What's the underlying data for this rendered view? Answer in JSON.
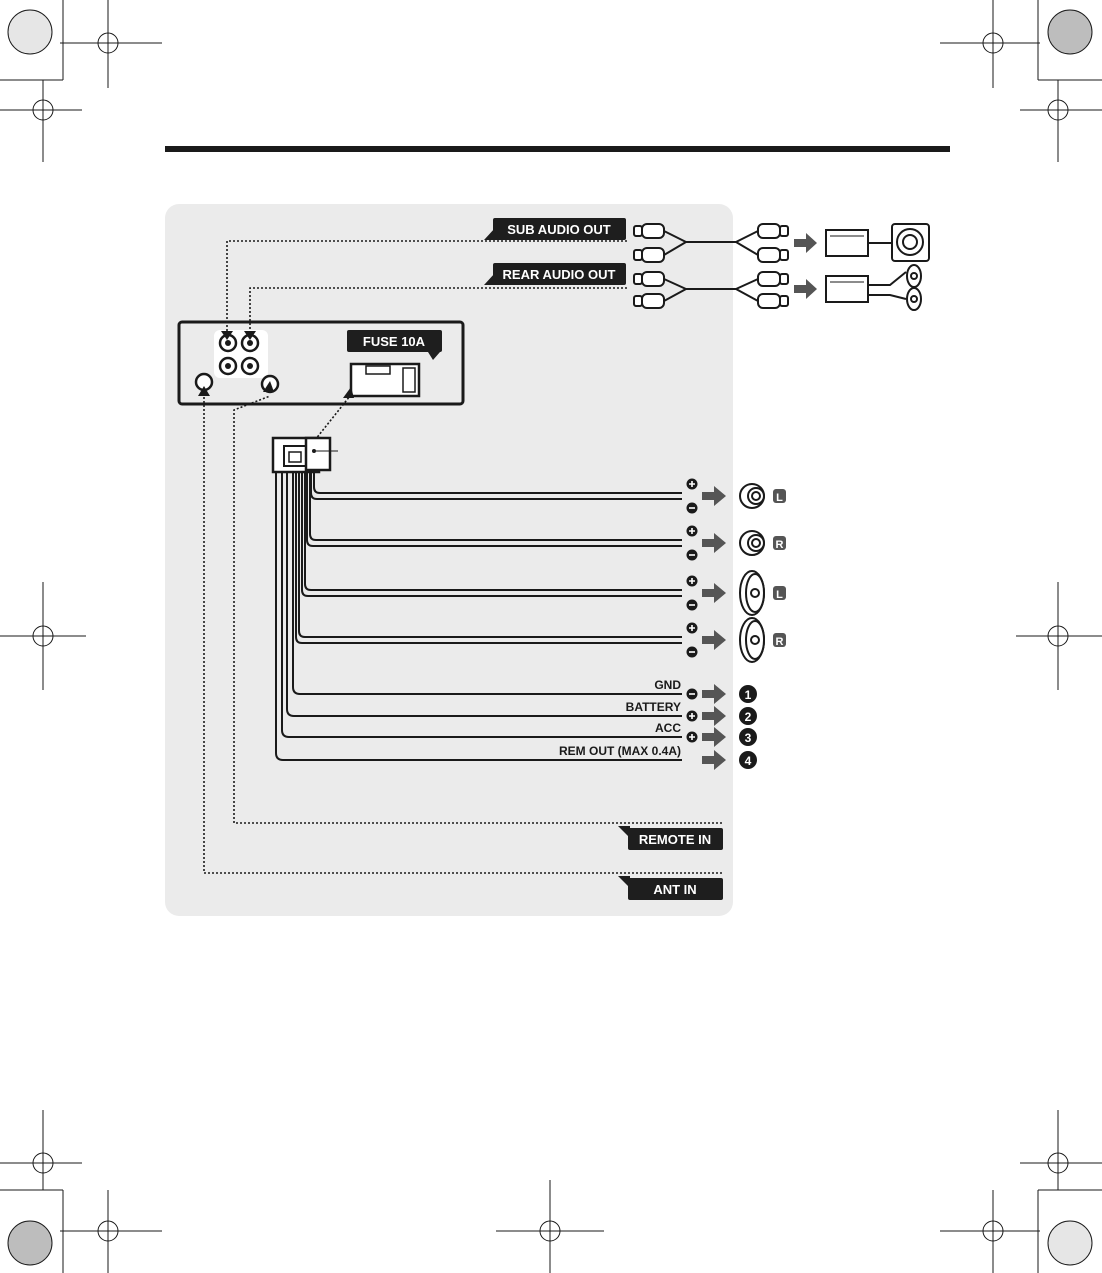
{
  "labels": {
    "sub_audio_out": "SUB AUDIO OUT",
    "rear_audio_out": "REAR AUDIO OUT",
    "fuse": "FUSE 10A",
    "remote_in": "REMOTE IN",
    "ant_in": "ANT IN"
  },
  "speakers": [
    {
      "side": "L",
      "type": "round"
    },
    {
      "side": "R",
      "type": "round"
    },
    {
      "side": "L",
      "type": "oval"
    },
    {
      "side": "R",
      "type": "oval"
    }
  ],
  "power_wires": [
    {
      "label": "GND",
      "num": "1",
      "polarity": "-"
    },
    {
      "label": "BATTERY",
      "num": "2",
      "polarity": "+"
    },
    {
      "label": "ACC",
      "num": "3",
      "polarity": "+"
    },
    {
      "label": "REM OUT (MAX 0.4A)",
      "num": "4",
      "polarity": ""
    }
  ],
  "colors": {
    "panel": "#ebebeb",
    "tag": "#1e1e1e",
    "arrow": "#555555",
    "ink": "#1a1a1a"
  }
}
